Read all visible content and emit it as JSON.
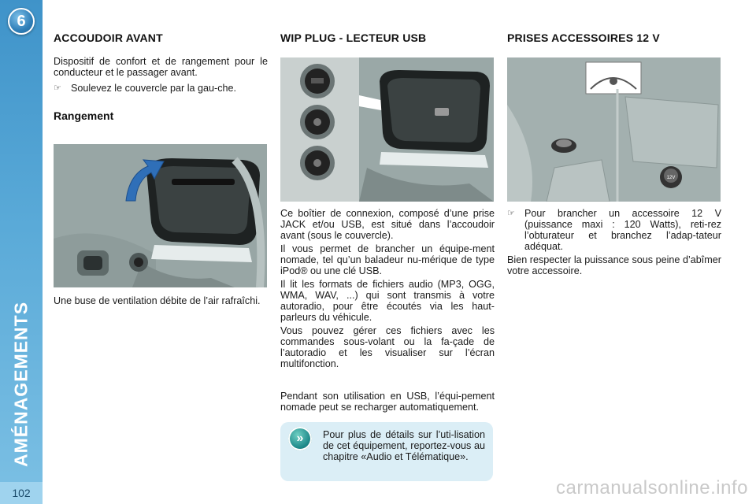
{
  "sidebar": {
    "chapter_number": "6",
    "vertical_title": "AMÉNAGEMENTS",
    "page_number": "102"
  },
  "col1": {
    "heading": "ACCOUDOIR AVANT",
    "intro": "Dispositif de confort et de rangement pour le conducteur et le passager avant.",
    "bullet": "Soulevez le couvercle par la gau-che.",
    "subheading": "Rangement",
    "caption": "Une buse de ventilation débite de l’air rafraîchi."
  },
  "col2": {
    "heading": "WIP PLUG - LECTEUR USB",
    "p1": "Ce boîtier de connexion, composé d’une prise JACK et/ou USB, est situé dans l’accoudoir avant (sous le couvercle).",
    "p2": "Il vous permet de brancher un équipe-ment nomade, tel qu’un baladeur nu-mérique de type iPod® ou une clé USB.",
    "p3": "Il lit les formats de fichiers audio (MP3, OGG, WMA, WAV, ...) qui sont transmis à votre autoradio, pour être écoutés via les haut-parleurs du véhicule.",
    "p4": "Vous pouvez gérer ces fichiers avec les commandes sous-volant ou la fa-çade de l’autoradio et les visualiser sur l’écran multifonction.",
    "p5": "Pendant son utilisation en USB, l’équi-pement nomade peut se recharger automatiquement.",
    "note": "Pour plus de détails sur l’uti-lisation de cet équipement, reportez-vous au chapitre «Audio et Télématique»."
  },
  "col3": {
    "heading": "PRISES ACCESSOIRES 12 V",
    "bullet": "Pour brancher un accessoire 12 V (puissance maxi : 120 Watts), reti-rez l’obturateur et branchez l’adap-tateur adéquat.",
    "p1": "Bien respecter la puissance sous peine d’abîmer votre accessoire.",
    "socket_label": "12V"
  },
  "watermark": "carmanualsonline.info",
  "icons": {
    "bullet": "pointing-finger-icon",
    "note": "double-chevron-right-icon"
  },
  "colors": {
    "sidebar_blue": "#3f93c9",
    "note_bg": "#dbeef6",
    "arrow_blue": "#2f6fb8"
  }
}
